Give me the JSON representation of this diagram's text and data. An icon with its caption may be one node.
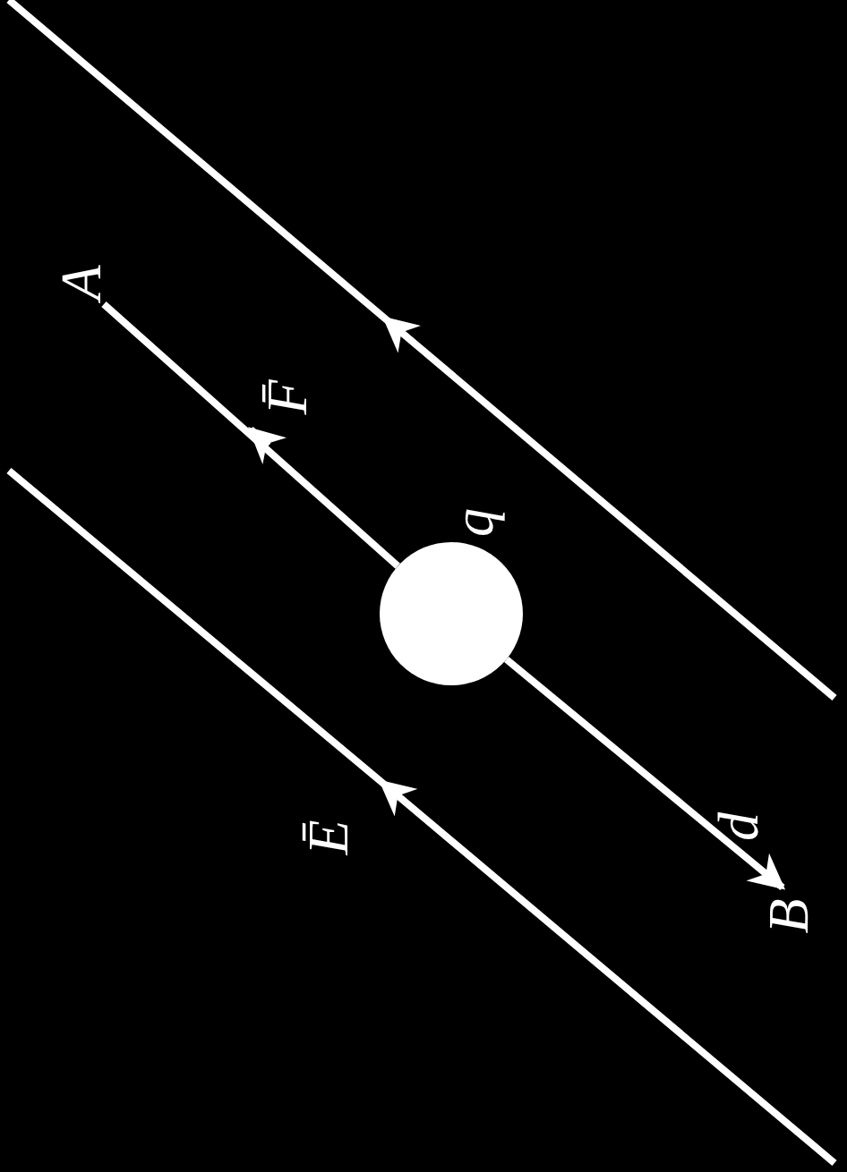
{
  "diagram": {
    "nodes": [
      {
        "text": [
          "A"
        ]
      },
      {
        "text": [],
        "shape": "circle",
        "beside": [
          "q"
        ]
      },
      {
        "text": [
          "B"
        ]
      }
    ],
    "edges": [
      {
        "from": 0,
        "to": 1,
        "arrow": "none"
      },
      {
        "from": 1,
        "to": 2,
        "arrow": "to",
        "label": "d"
      }
    ],
    "labels": [
      "F̄",
      "Ē"
    ]
  }
}
